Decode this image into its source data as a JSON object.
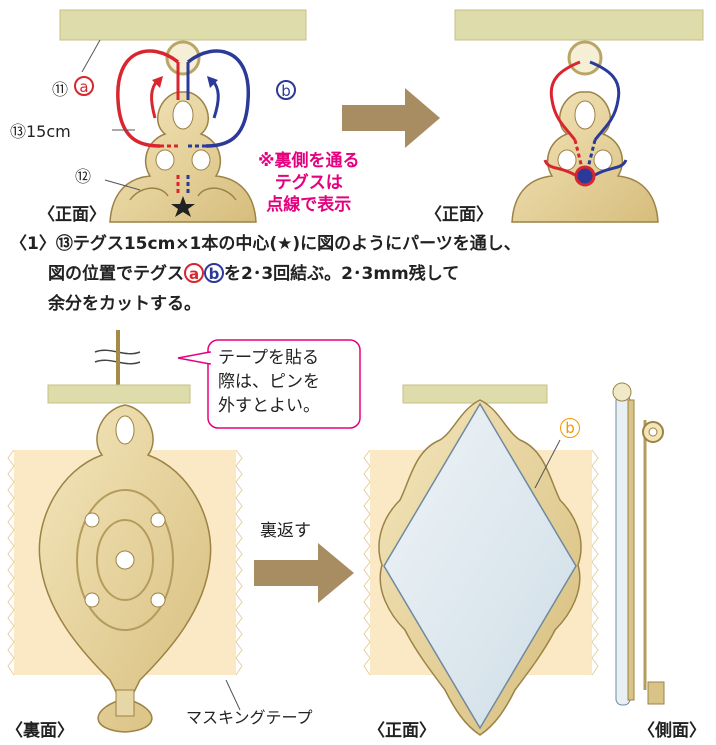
{
  "step1": {
    "label_11": "⑪",
    "label_a": "ⓐ",
    "label_b": "ⓑ",
    "label_13": "⑬15cm",
    "label_12": "⑫",
    "note": "※裏側を通る\nテグスは\n点線で表示",
    "front_left": "〈正面〉",
    "front_right": "〈正面〉"
  },
  "instruction": {
    "line1_prefix": "〈1〉⑬テグス15cm×1本の中心(★)に図のようにパーツを通し、",
    "line2_pre": "図の位置でテグス",
    "circle_a": "a",
    "circle_b": "b",
    "line2_post": "を2･3回結ぶ。2･3mm残して",
    "line3": "余分をカットする。"
  },
  "step2": {
    "tip": "テープを貼る\n際は、ピンを\n外すとよい。",
    "flip": "裏返す",
    "masking_tape": "マスキングテープ",
    "back": "〈裏面〉",
    "front": "〈正面〉",
    "side": "〈側面〉",
    "label_b": "b"
  },
  "colors": {
    "gold": "#e3cd95",
    "gold_dark": "#9c8245",
    "bar": "#dedcaa",
    "tape": "#fbe9c6",
    "line_a": "#d9262e",
    "line_b": "#2b3a98",
    "arrow": "#a88d63",
    "pink": "#e4007f",
    "mirror": "#dce7ee"
  }
}
